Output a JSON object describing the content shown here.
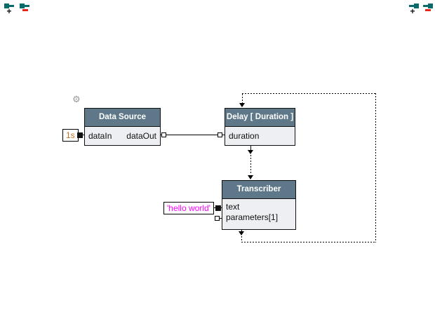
{
  "controls": {
    "plus": "+",
    "minus": "-"
  },
  "icons": {
    "gear": "⚙",
    "port_glyph": "teal-square-with-stem"
  },
  "nodes": [
    {
      "title": "Data Source",
      "ports": [
        {
          "label": "dataIn",
          "side": "left",
          "connected": true
        },
        {
          "label": "dataOut",
          "side": "right",
          "connected": true
        }
      ]
    },
    {
      "title": "Delay [ Duration ]",
      "ports": [
        {
          "label": "duration",
          "side": "left",
          "connected": true
        }
      ]
    },
    {
      "title": "Transcriber",
      "ports": [
        {
          "label": "text",
          "side": "left",
          "connected": true
        },
        {
          "label": "parameters[1]",
          "side": "left",
          "connected": false
        }
      ]
    }
  ],
  "literals": [
    {
      "value": "1s",
      "color": "#cc6d1f",
      "attached_to": "Data Source.dataIn"
    },
    {
      "value": "'hello world'",
      "color": "#ff00ff",
      "attached_to": "Transcriber.text"
    }
  ],
  "connections": [
    {
      "from": "Data Source.dataOut",
      "to": "Delay.duration",
      "style": "solid"
    },
    {
      "from": "Delay.bottom",
      "to": "Transcriber.top",
      "style": "dotted"
    },
    {
      "from": "Transcriber.bottom",
      "to": "Delay.top",
      "style": "dotted-loop"
    }
  ],
  "colors": {
    "node_header": "#5e7889",
    "node_body": "#edeff2",
    "port_teal": "#066a6a",
    "minus_red": "#e8251c",
    "literal_orange": "#cc6d1f",
    "literal_magenta": "#ff00ff",
    "canvas": "#ffffff"
  }
}
